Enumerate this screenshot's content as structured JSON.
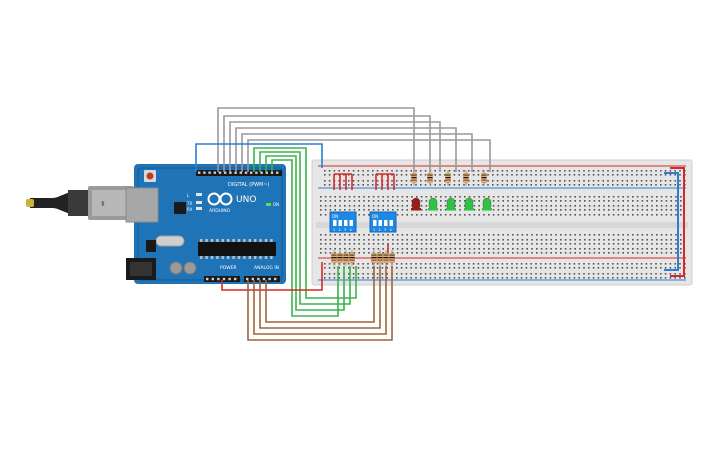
{
  "colors": {
    "board": "#1f73b7",
    "board_dark": "#175a91",
    "breadboard": "#e9e9e9",
    "rail_red": "#d62828",
    "rail_blue": "#2a7fd4",
    "wire_gray": "#9a9a9a",
    "wire_green": "#3bb34a",
    "wire_brown": "#a0643a",
    "wire_red": "#d62828",
    "wire_blue": "#2a7fd4",
    "led_red": "#9b1b1b",
    "led_green": "#2fc244",
    "dip_switch": "#1e88e5"
  },
  "arduino": {
    "model": "UNO",
    "brand": "ARDUINO",
    "digital_header": "DIGITAL (PWM~)",
    "power_header": "POWER",
    "analog_header": "ANALOG IN",
    "on_label": "ON",
    "tx_label": "TX",
    "rx_label": "RX",
    "l_label": "L"
  },
  "dip_switch_left": {
    "on_label": "ON",
    "numbers": [
      "1",
      "2",
      "3",
      "4"
    ]
  },
  "dip_switch_right": {
    "on_label": "ON",
    "numbers": [
      "1",
      "2",
      "3",
      "4"
    ]
  },
  "leds": [
    "red",
    "green",
    "green",
    "green",
    "green"
  ],
  "icons": {
    "usb": "usb-cable-icon",
    "power_jack": "dc-power-jack-icon"
  }
}
